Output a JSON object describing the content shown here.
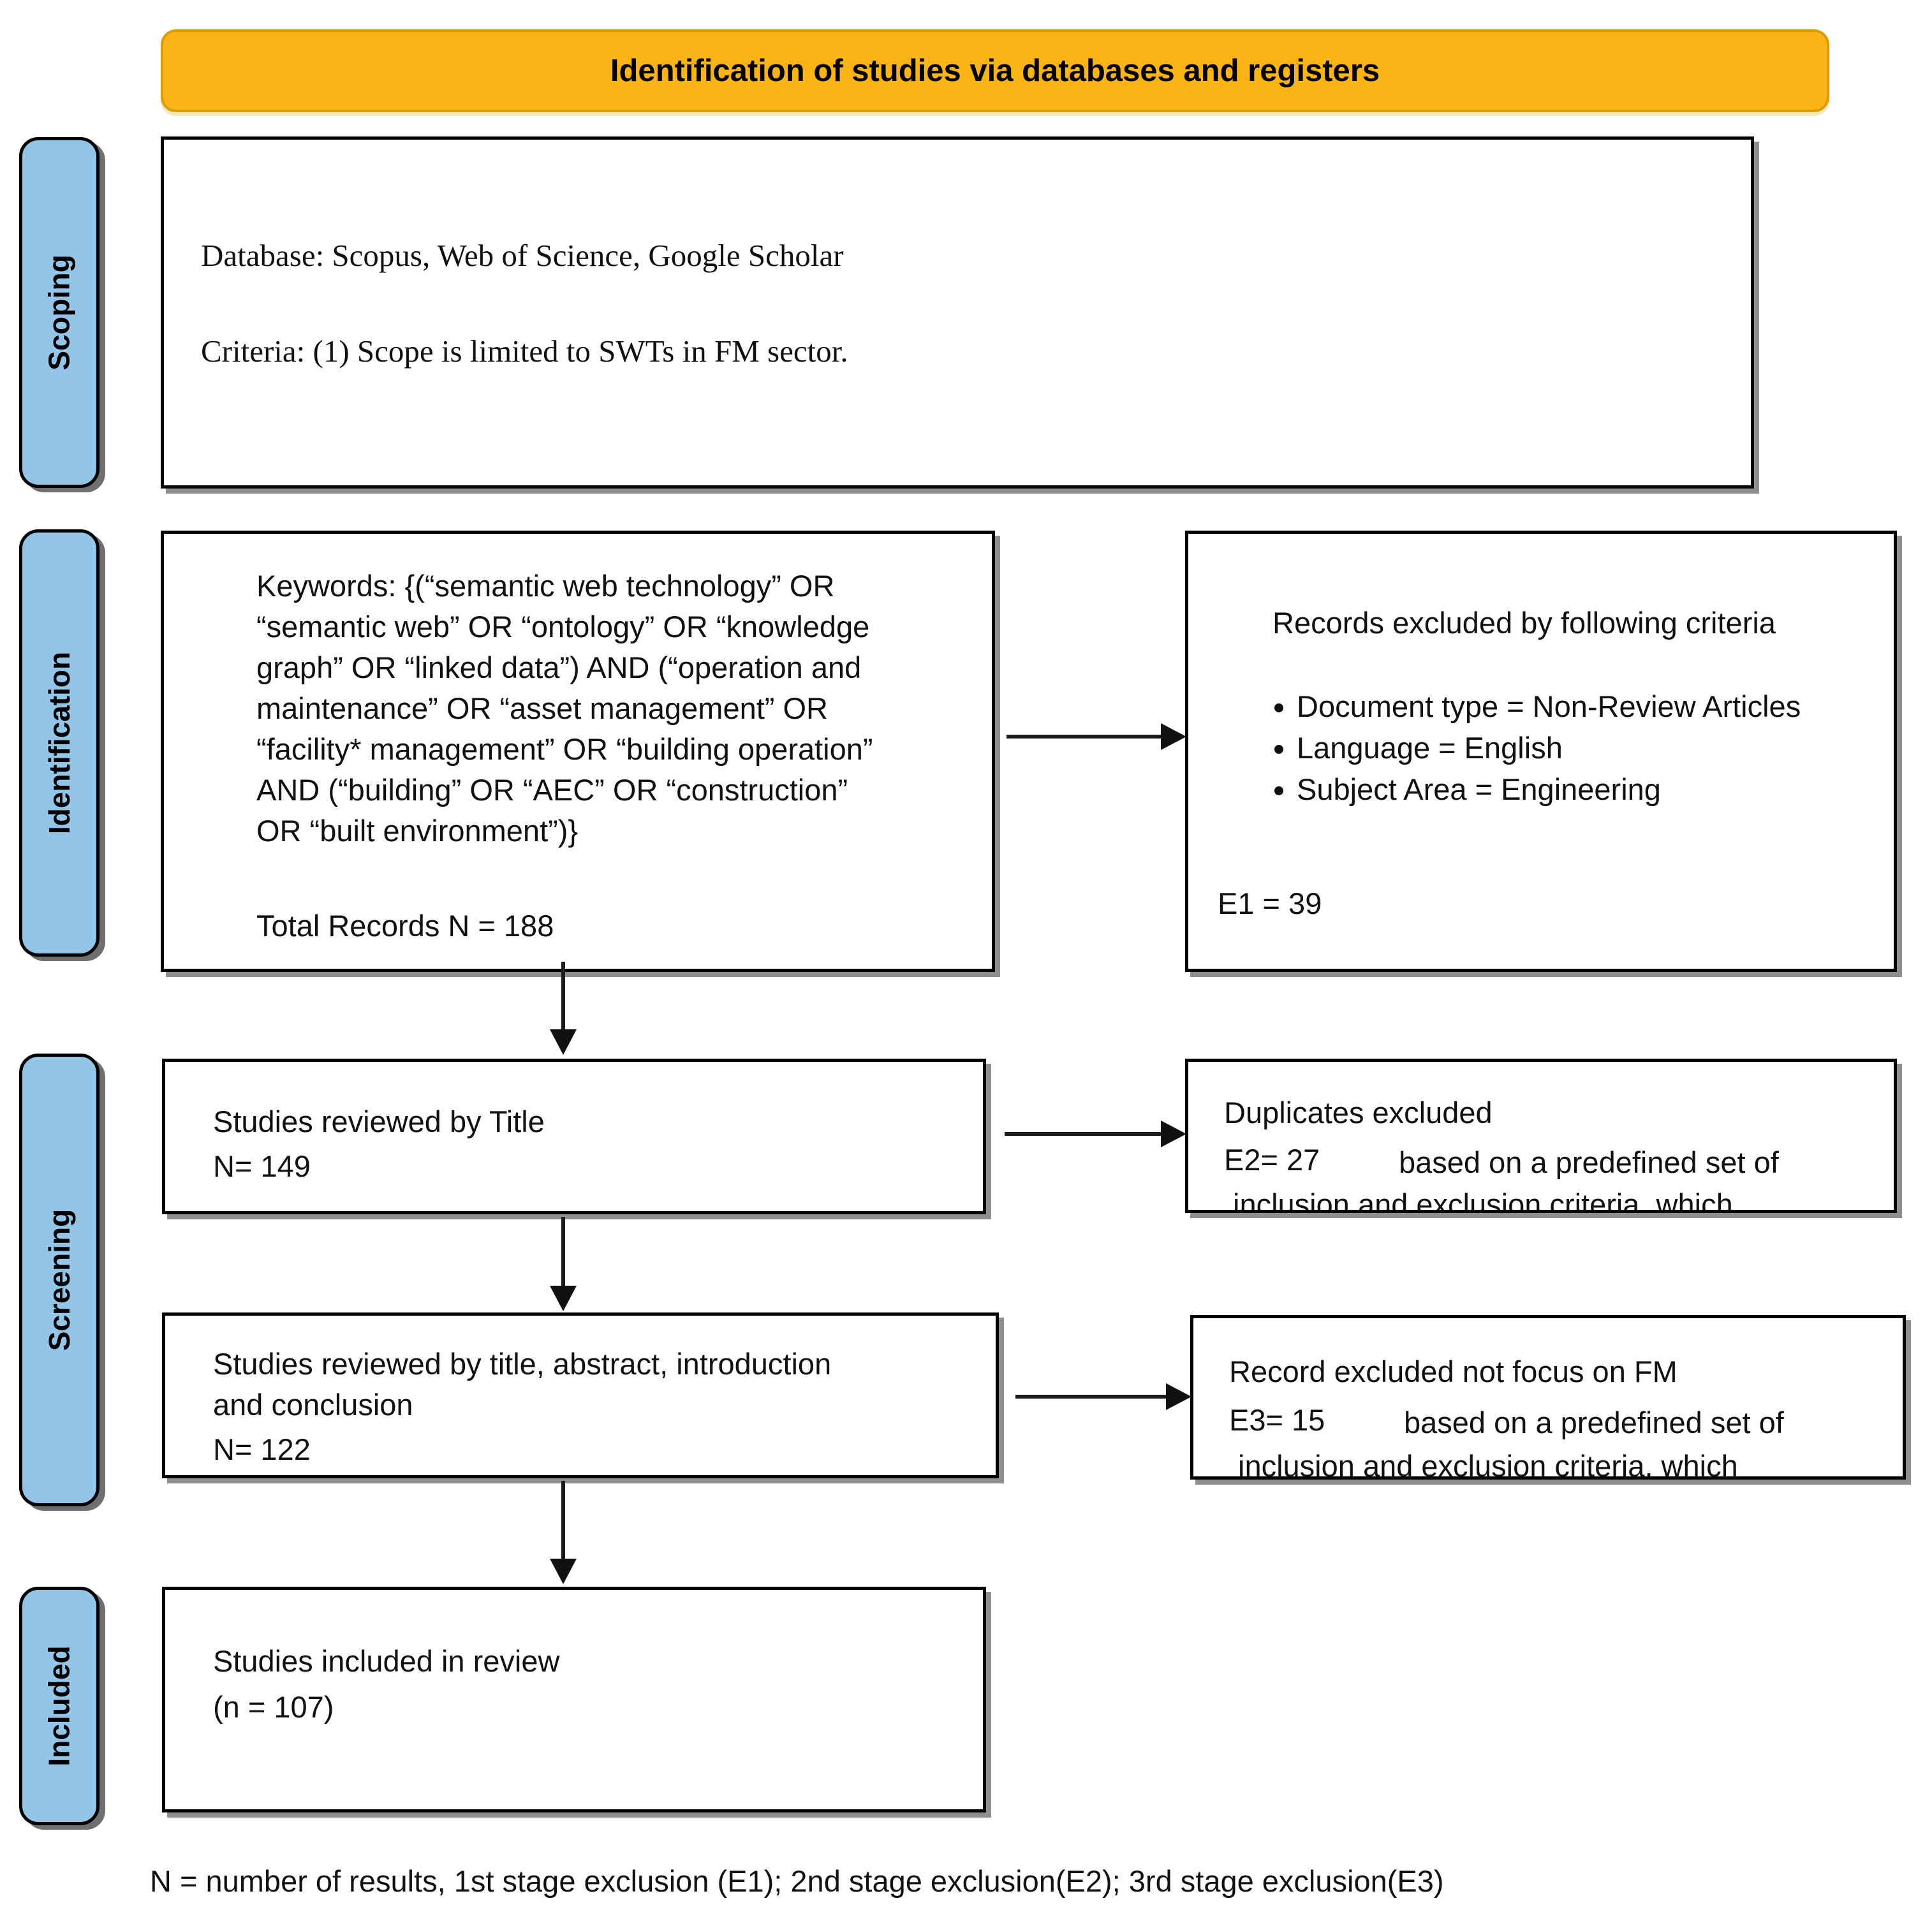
{
  "banner": {
    "title": "Identification of studies via databases and registers"
  },
  "sidebar": {
    "scoping": "Scoping",
    "identification": "Identification",
    "screening": "Screening",
    "included": "Included"
  },
  "scoping_box": {
    "line1": "Database: Scopus, Web of Science, Google Scholar",
    "line2": "Criteria: (1) Scope is limited to SWTs in FM sector."
  },
  "keywords_box": {
    "keywords": "Keywords: {(“semantic web technology” OR\n“semantic web” OR “ontology” OR “knowledge\ngraph” OR “linked data”) AND (“operation and\nmaintenance” OR “asset management” OR\n“facility* management” OR “building operation”\nAND (“building” OR “AEC” OR “construction”\nOR “built environment”)}",
    "total": "Total Records N = 188"
  },
  "e1_box": {
    "title": "Records excluded by following criteria",
    "bullets": [
      "Document type = Non-Review Articles",
      "Language = English",
      "Subject Area = Engineering"
    ],
    "count": "E1 = 39"
  },
  "title_box": {
    "line1": "Studies reviewed by Title",
    "line2": "N= 149"
  },
  "e2_box": {
    "line1": "Duplicates excluded",
    "line2": "E2= 27",
    "ghost1": "based on a predefined set of",
    "ghost2": "inclusion and exclusion criteria, which"
  },
  "abstract_box": {
    "line1": "Studies reviewed by title, abstract, introduction\nand conclusion",
    "line2": "N= 122"
  },
  "e3_box": {
    "line1": "Record excluded not focus on FM",
    "line2": "E3= 15",
    "ghost1": "based on a predefined set of",
    "ghost2": "inclusion and exclusion criteria, which"
  },
  "included_box": {
    "line1": "Studies included in review",
    "line2": "(n = 107)"
  },
  "footnote": "N = number of results, 1st stage exclusion (E1); 2nd stage exclusion(E2); 3rd stage exclusion(E3)",
  "colors": {
    "banner_fill": "#FBB415",
    "banner_border": "#DB9C00",
    "sidebar_fill": "#92C5E8",
    "box_border": "#000000",
    "shadow": "#8F8F8F",
    "arrow": "#1C1C1C"
  }
}
